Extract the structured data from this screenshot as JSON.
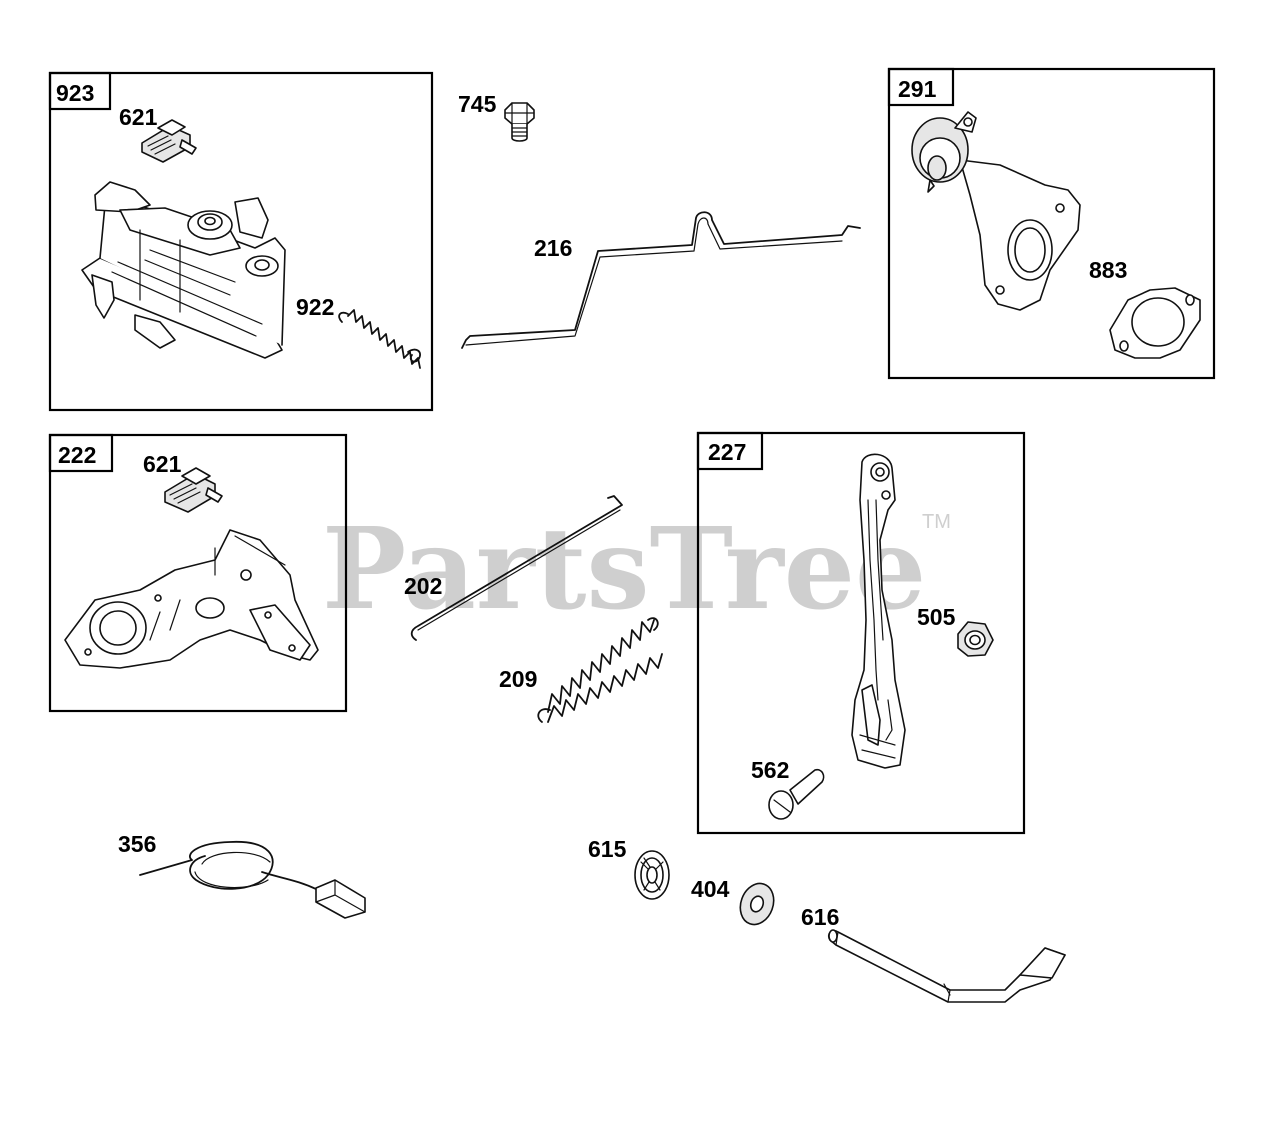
{
  "watermark": {
    "text": "PartsTree",
    "trademark": "TM"
  },
  "callouts": {
    "box_923": "923",
    "box_291": "291",
    "box_222": "222",
    "box_227": "227",
    "p621a": "621",
    "p745": "745",
    "p216": "216",
    "p922": "922",
    "p883": "883",
    "p621b": "621",
    "p202": "202",
    "p209": "209",
    "p505": "505",
    "p562": "562",
    "p356": "356",
    "p615": "615",
    "p404": "404",
    "p616": "616"
  }
}
